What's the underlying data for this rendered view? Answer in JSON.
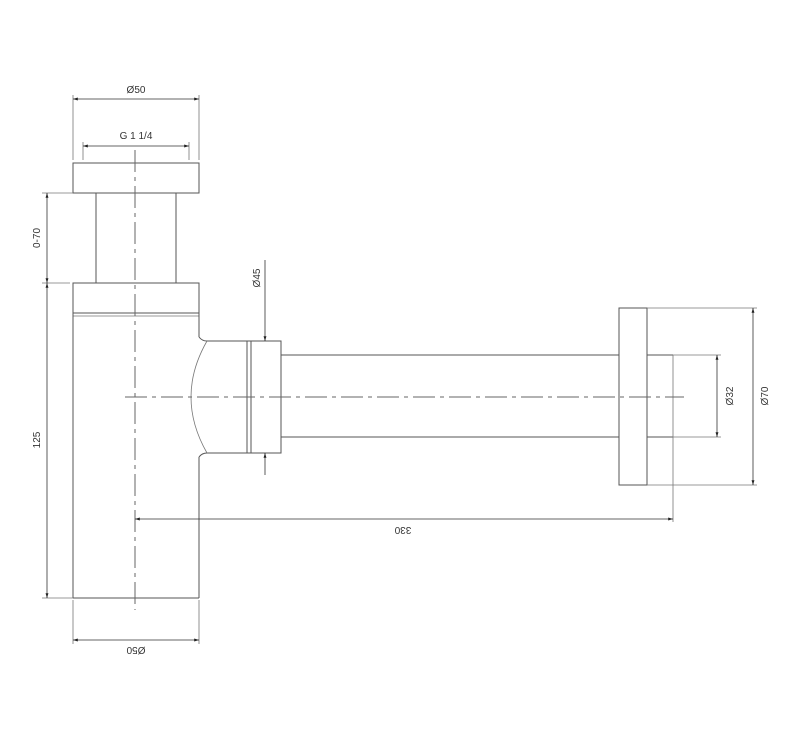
{
  "drawing": {
    "title": "Bottle trap technical drawing",
    "dimensions": {
      "top_outer_diameter": "Ø50",
      "thread": "G 1 1/4",
      "height_adjust": "0-70",
      "body_height": "125",
      "outlet_diameter": "Ø45",
      "length": "330",
      "pipe_diameter": "Ø32",
      "flange_diameter": "Ø70",
      "bottom_diameter": "Ø50"
    }
  }
}
